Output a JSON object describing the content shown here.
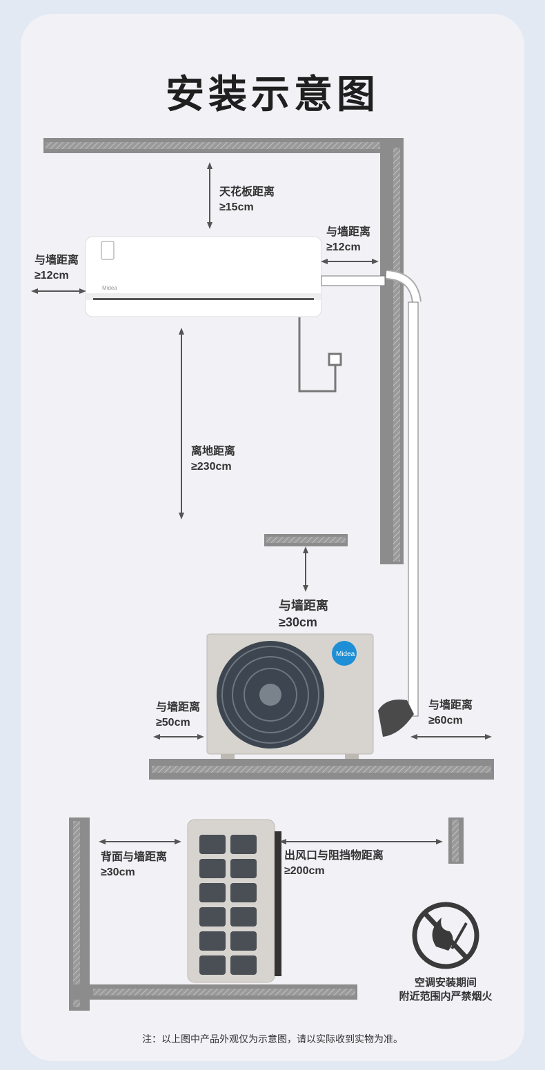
{
  "title": "安装示意图",
  "labels": {
    "ceiling": {
      "name": "天花板距离",
      "value": "≥15cm"
    },
    "indoor_right": {
      "name": "与墙距离",
      "value": "≥12cm"
    },
    "indoor_left": {
      "name": "与墙距离",
      "value": "≥12cm"
    },
    "floor": {
      "name": "离地距离",
      "value": "≥230cm"
    },
    "outdoor_top": {
      "name": "与墙距离",
      "value": "≥30cm"
    },
    "outdoor_left": {
      "name": "与墙距离",
      "value": "≥50cm"
    },
    "outdoor_right": {
      "name": "与墙距离",
      "value": "≥60cm"
    },
    "back": {
      "name": "背面与墙距离",
      "value": "≥30cm"
    },
    "outlet": {
      "name": "出风口与阻挡物距离",
      "value": "≥200cm"
    }
  },
  "fire_warning": {
    "line1": "空调安装期间",
    "line2": "附近范围内严禁烟火"
  },
  "footnote": "注：以上图中产品外观仅为示意图，请以实际收到实物为准。",
  "brand": "Midea",
  "icons": [
    "no-fire-icon",
    "fan-icon",
    "remote-icon"
  ],
  "colors": {
    "wall": "#8c8c8c",
    "background": "#f1f1f6",
    "page": "#e3e9f3",
    "brand": "#1e8fd6"
  }
}
